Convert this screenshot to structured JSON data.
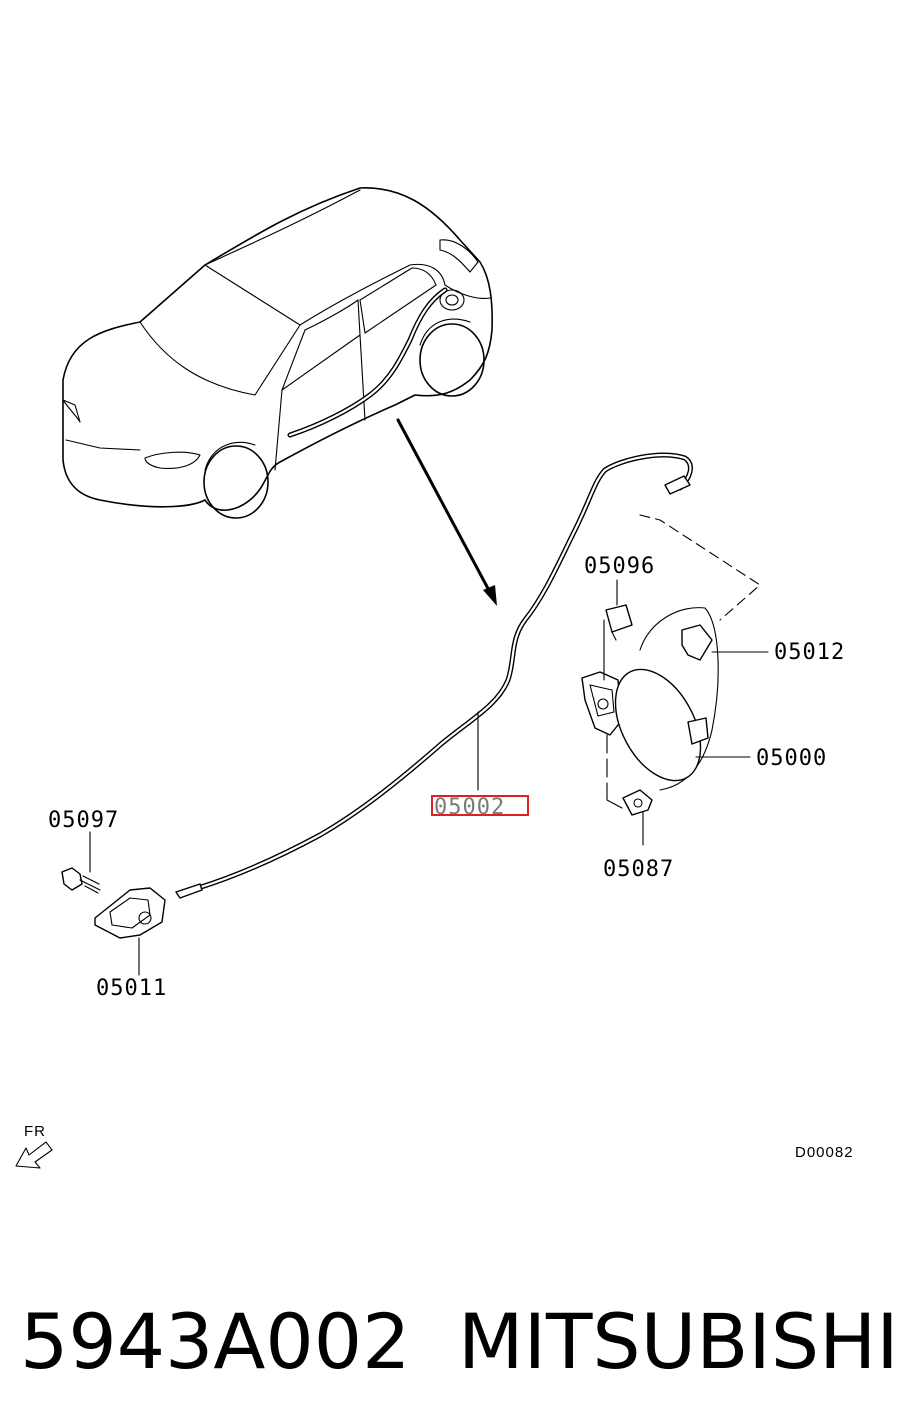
{
  "diagram": {
    "labels": {
      "p05096": "05096",
      "p05012": "05012",
      "p05000": "05000",
      "p05002": "05002",
      "p05087": "05087",
      "p05097": "05097",
      "p05011": "05011"
    },
    "direction_label": "FR",
    "diagram_code": "D00082",
    "highlighted_part": "05002"
  },
  "footer": {
    "part_number": "5943A002",
    "brand": "MITSUBISHI"
  },
  "colors": {
    "highlight": "#e02020",
    "line": "#000000",
    "background": "#ffffff"
  }
}
